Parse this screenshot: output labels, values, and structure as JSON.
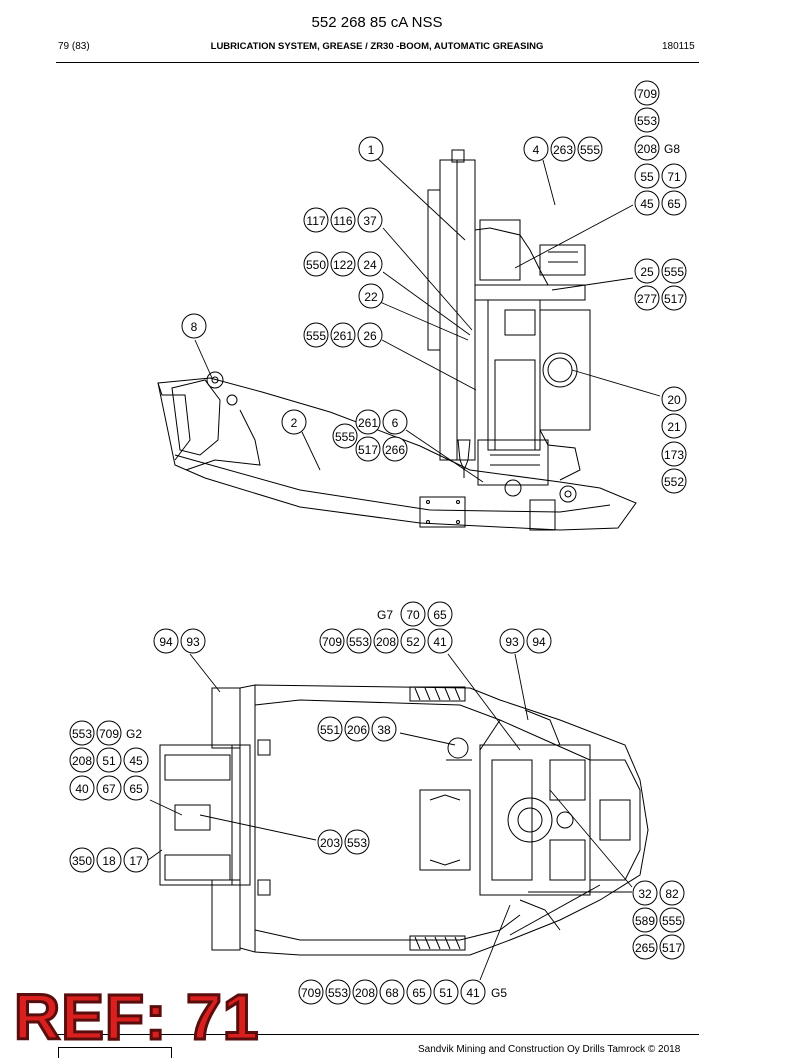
{
  "header": {
    "doc_number": "552 268 85 cA NSS",
    "page": "79 (83)",
    "section_title": "LUBRICATION SYSTEM, GREASE / ZR30 -BOOM, AUTOMATIC GREASING",
    "date_code": "180115"
  },
  "footer": {
    "copyright": "Sandvik Mining and Construction Oy Drills Tamrock © 2018",
    "ref_stamp": "REF: 71"
  },
  "top_view": {
    "callouts": [
      {
        "id": "t1",
        "nums": [
          "709"
        ]
      },
      {
        "id": "t2",
        "nums": [
          "553"
        ]
      },
      {
        "id": "t3",
        "nums": [
          "208"
        ],
        "tag": "G8"
      },
      {
        "id": "t4",
        "nums": [
          "55",
          "71"
        ]
      },
      {
        "id": "t5",
        "nums": [
          "45",
          "65"
        ]
      },
      {
        "id": "t6",
        "nums": [
          "1"
        ]
      },
      {
        "id": "t7",
        "nums": [
          "4",
          "263",
          "555"
        ]
      },
      {
        "id": "t8",
        "nums": [
          "117",
          "116",
          "37"
        ]
      },
      {
        "id": "t9",
        "nums": [
          "550",
          "122",
          "24"
        ]
      },
      {
        "id": "t10",
        "nums": [
          "22"
        ]
      },
      {
        "id": "t11",
        "nums": [
          "8"
        ]
      },
      {
        "id": "t12",
        "nums": [
          "555",
          "261",
          "26"
        ]
      },
      {
        "id": "t13",
        "nums": [
          "25",
          "555"
        ]
      },
      {
        "id": "t14",
        "nums": [
          "277",
          "517"
        ]
      },
      {
        "id": "t15",
        "nums": [
          "20"
        ]
      },
      {
        "id": "t16",
        "nums": [
          "21"
        ]
      },
      {
        "id": "t17",
        "nums": [
          "173"
        ]
      },
      {
        "id": "t18",
        "nums": [
          "552"
        ]
      },
      {
        "id": "t19",
        "nums": [
          "2"
        ]
      },
      {
        "id": "t20",
        "nums": [
          "261",
          "6"
        ]
      },
      {
        "id": "t21",
        "nums": [
          "555"
        ]
      },
      {
        "id": "t22",
        "nums": [
          "517",
          "266"
        ]
      }
    ]
  },
  "bottom_view": {
    "callouts": [
      {
        "id": "b1",
        "nums": [
          "70",
          "65"
        ],
        "pre_tag": "G7"
      },
      {
        "id": "b2",
        "nums": [
          "94",
          "93"
        ]
      },
      {
        "id": "b3",
        "nums": [
          "709",
          "553",
          "208",
          "52",
          "41"
        ]
      },
      {
        "id": "b4",
        "nums": [
          "93",
          "94"
        ]
      },
      {
        "id": "b5",
        "nums": [
          "553",
          "709"
        ],
        "tag": "G2"
      },
      {
        "id": "b6",
        "nums": [
          "551",
          "206",
          "38"
        ]
      },
      {
        "id": "b7",
        "nums": [
          "208",
          "51",
          "45"
        ]
      },
      {
        "id": "b8",
        "nums": [
          "40",
          "67",
          "65"
        ]
      },
      {
        "id": "b9",
        "nums": [
          "203",
          "553"
        ]
      },
      {
        "id": "b10",
        "nums": [
          "350",
          "18",
          "17"
        ]
      },
      {
        "id": "b11",
        "nums": [
          "32",
          "82"
        ]
      },
      {
        "id": "b12",
        "nums": [
          "589",
          "555"
        ]
      },
      {
        "id": "b13",
        "nums": [
          "265",
          "517"
        ]
      },
      {
        "id": "b14",
        "nums": [
          "709",
          "553",
          "208",
          "68",
          "65",
          "51",
          "41"
        ],
        "tag": "G5"
      }
    ]
  }
}
